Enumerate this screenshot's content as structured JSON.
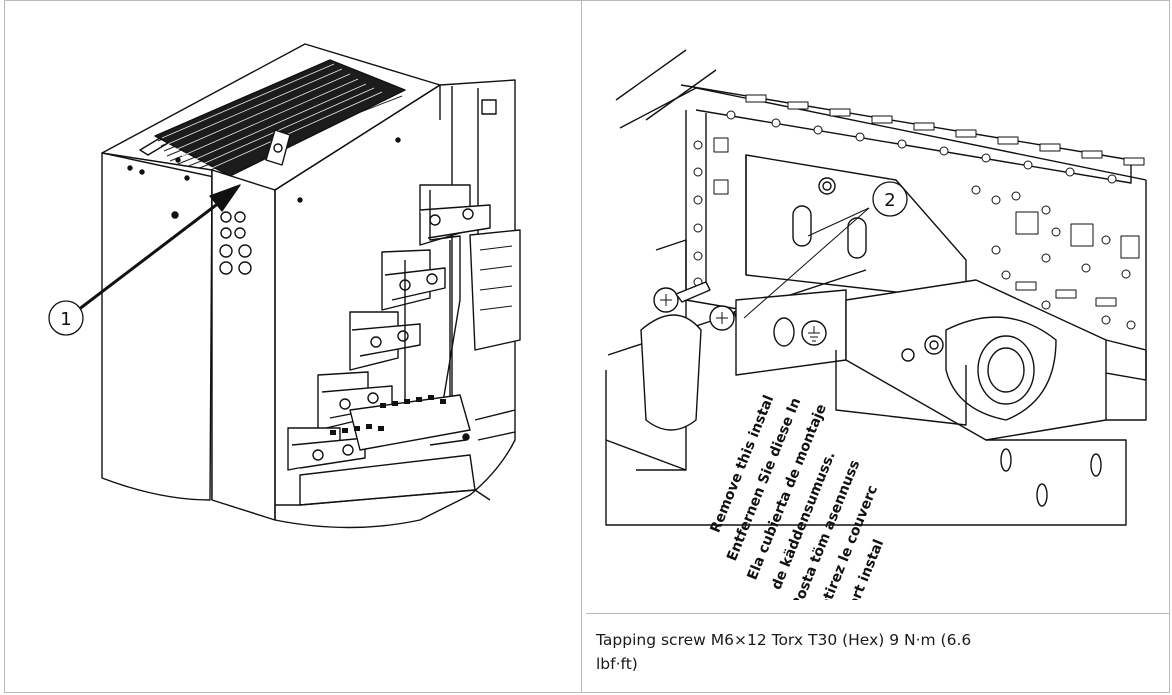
{
  "figures": {
    "left": {
      "callout": "1"
    },
    "right": {
      "callout": "2",
      "stencil_lines": [
        "Remove this instal",
        "Entfernen Sie diese In",
        "Ela cubierta de montaje",
        "de käddensumuss.",
        "Posta töm asennuss",
        "Retirez le couverc",
        "Ta bort instal"
      ]
    }
  },
  "caption": {
    "text": "Tapping screw M6×12 Torx T30 (Hex) 9 N·m (6.6 lbf·ft)"
  }
}
